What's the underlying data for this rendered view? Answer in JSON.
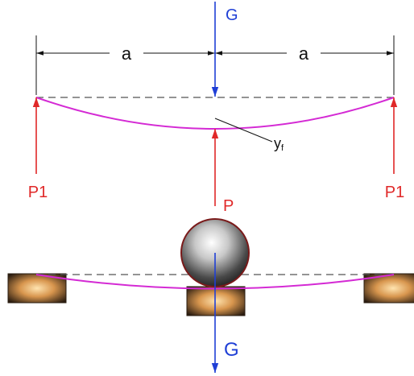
{
  "labels": {
    "dimension_left": "a",
    "dimension_right": "a",
    "load_top": "G",
    "load_bottom": "G",
    "reaction_left": "P1",
    "reaction_right": "P1",
    "reaction_center": "P",
    "deflection_main": "y",
    "deflection_sub": "f"
  },
  "colors": {
    "dimension": "#111111",
    "load": "#1f3fd6",
    "reaction": "#e02828",
    "beam_curve": "#d42ad4",
    "dashed_reference": "#555555",
    "ball_dark": "#3a3a3a",
    "ball_outline": "#7a1a1a",
    "support_fill": "#d79a56"
  }
}
